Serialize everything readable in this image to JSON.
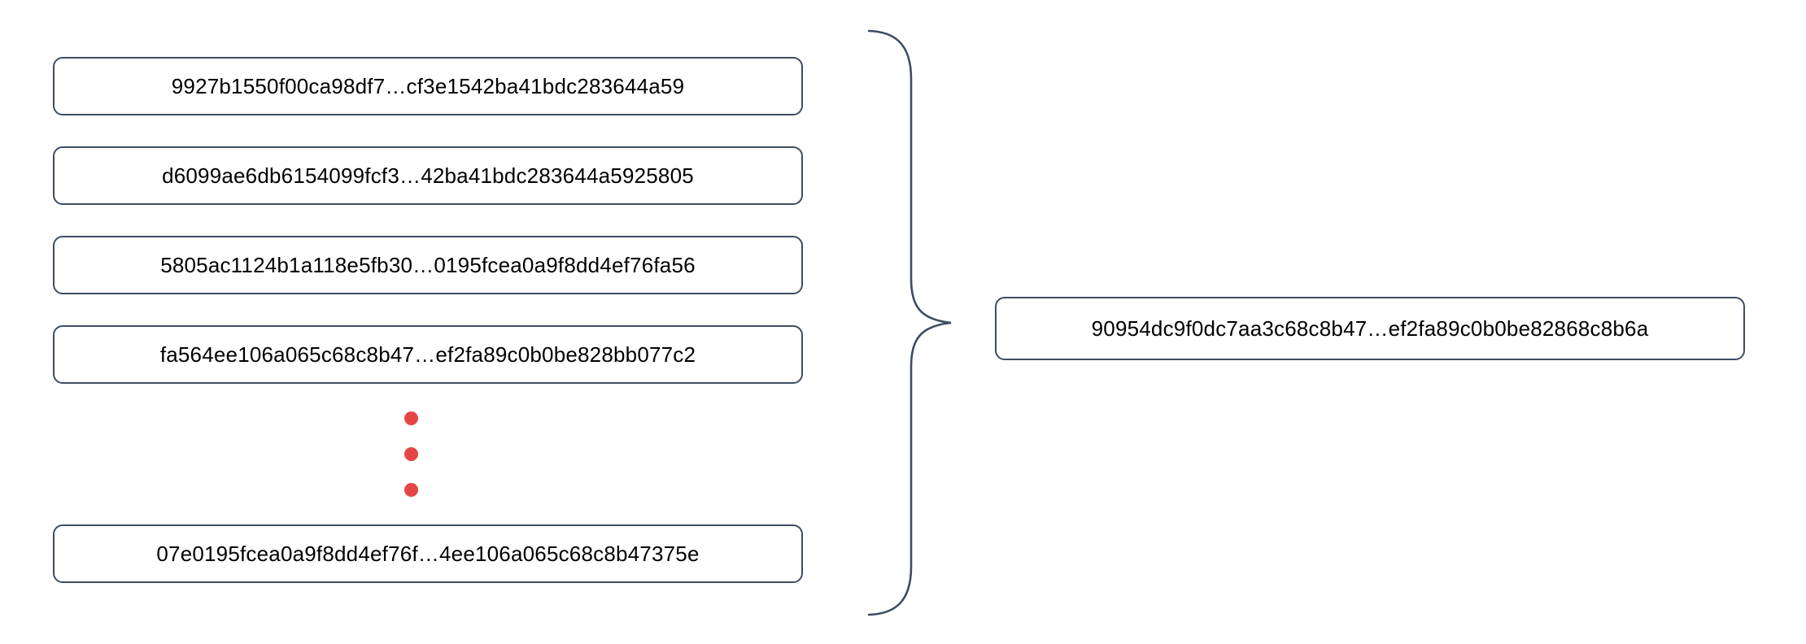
{
  "diagram": {
    "description": "Multiple hash values combined by a curly brace into a single resulting hash value",
    "left_boxes": [
      {
        "label": "9927b1550f00ca98df7…cf3e1542ba41bdc283644a59"
      },
      {
        "label": "d6099ae6db6154099fcf3…42ba41bdc283644a5925805"
      },
      {
        "label": "5805ac1124b1a118e5fb30…0195fcea0a9f8dd4ef76fa56"
      },
      {
        "label": "fa564ee106a065c68c8b47…ef2fa89c0b0be828bb077c2"
      },
      {
        "label": "07e0195fcea0a9f8dd4ef76f…4ee106a065c68c8b47375e"
      }
    ],
    "ellipsis": {
      "dot_count": 3
    },
    "result_box": {
      "label": "90954dc9f0dc7aa3c68c8b47…ef2fa89c0b0be82868c8b6a"
    },
    "colors": {
      "box_border": "#3e4d62",
      "brace_stroke": "#3e4d62",
      "ellipsis_dot": "#e64545",
      "text": "#000000",
      "background": "#ffffff"
    }
  }
}
